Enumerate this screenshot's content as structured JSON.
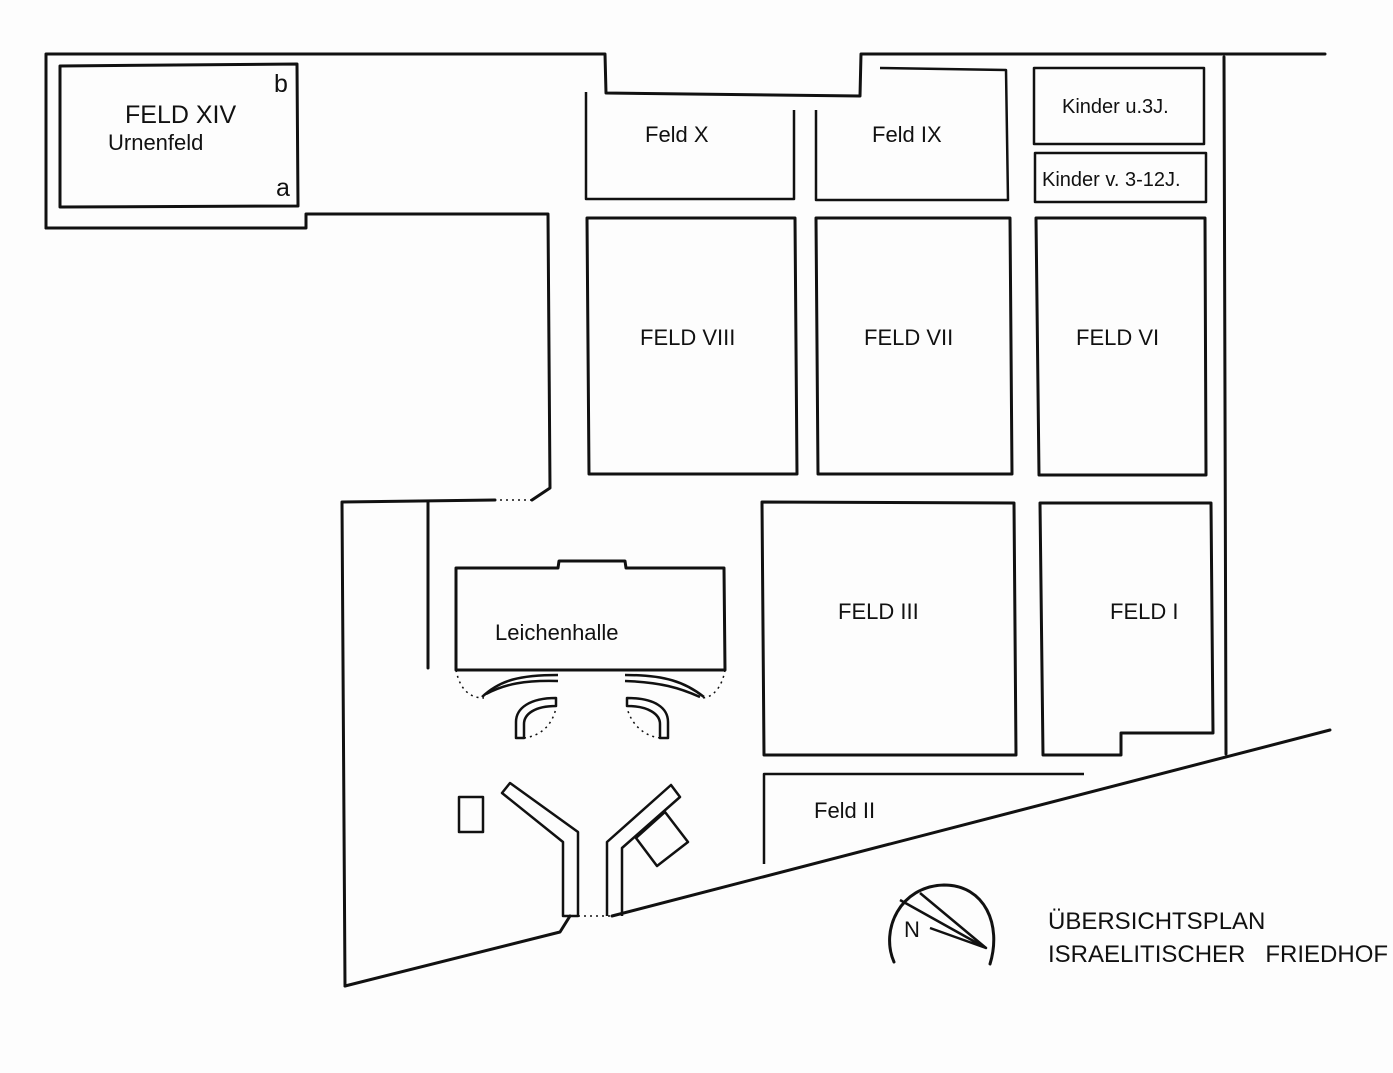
{
  "map": {
    "fields": {
      "feld_xiv": "FELD XIV",
      "urnenfeld": "Urnenfeld",
      "marker_b": "b",
      "marker_a": "a",
      "feld_x": "Feld X",
      "feld_ix": "Feld IX",
      "kinder_u3": "Kinder u.3J.",
      "kinder_3_12": "Kinder v. 3-12J.",
      "feld_viii": "FELD VIII",
      "feld_vii": "FELD VII",
      "feld_vi": "FELD VI",
      "leichenhalle": "Leichenhalle",
      "feld_iii": "FELD III",
      "feld_i": "FELD I",
      "feld_ii": "Feld II"
    },
    "compass": {
      "label": "N"
    },
    "legend": {
      "line1": "ÜBERSICHTSPLAN",
      "line2": "ISRAELITISCHER   FRIEDHOF"
    }
  }
}
